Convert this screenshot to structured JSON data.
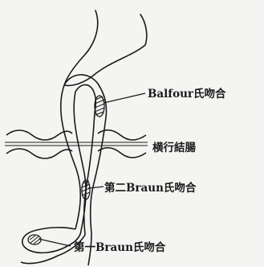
{
  "figure": {
    "labels": {
      "balfour": "Balfour氏吻合",
      "transverse_colon": "横行結腸",
      "braun_2": "第二Braun氏吻合",
      "braun_1": "第一Braun氏吻合"
    },
    "colors": {
      "ink": "#1a1a1a",
      "paper": "#f4f4f2"
    }
  }
}
